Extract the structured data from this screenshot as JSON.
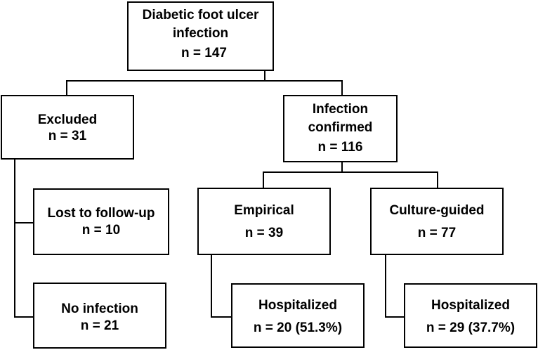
{
  "boxes": {
    "root": {
      "line1": "Diabetic foot ulcer",
      "line2": "infection",
      "count": "n = 147"
    },
    "excluded": {
      "label": "Excluded",
      "count": "n = 31"
    },
    "confirmed": {
      "line1": "Infection",
      "line2": "confirmed",
      "count": "n = 116"
    },
    "lost": {
      "label": "Lost to follow-up",
      "count": "n = 10"
    },
    "no_infection": {
      "label": "No infection",
      "count": "n = 21"
    },
    "empirical": {
      "label": "Empirical",
      "count": "n = 39"
    },
    "culture": {
      "label": "Culture-guided",
      "count": "n = 77"
    },
    "hosp_empirical": {
      "label": "Hospitalized",
      "count": "n = 20 (51.3%)"
    },
    "hosp_culture": {
      "label": "Hospitalized",
      "count": "n = 29 (37.7%)"
    }
  },
  "colors": {
    "line": "#000000",
    "background": "#ffffff"
  }
}
